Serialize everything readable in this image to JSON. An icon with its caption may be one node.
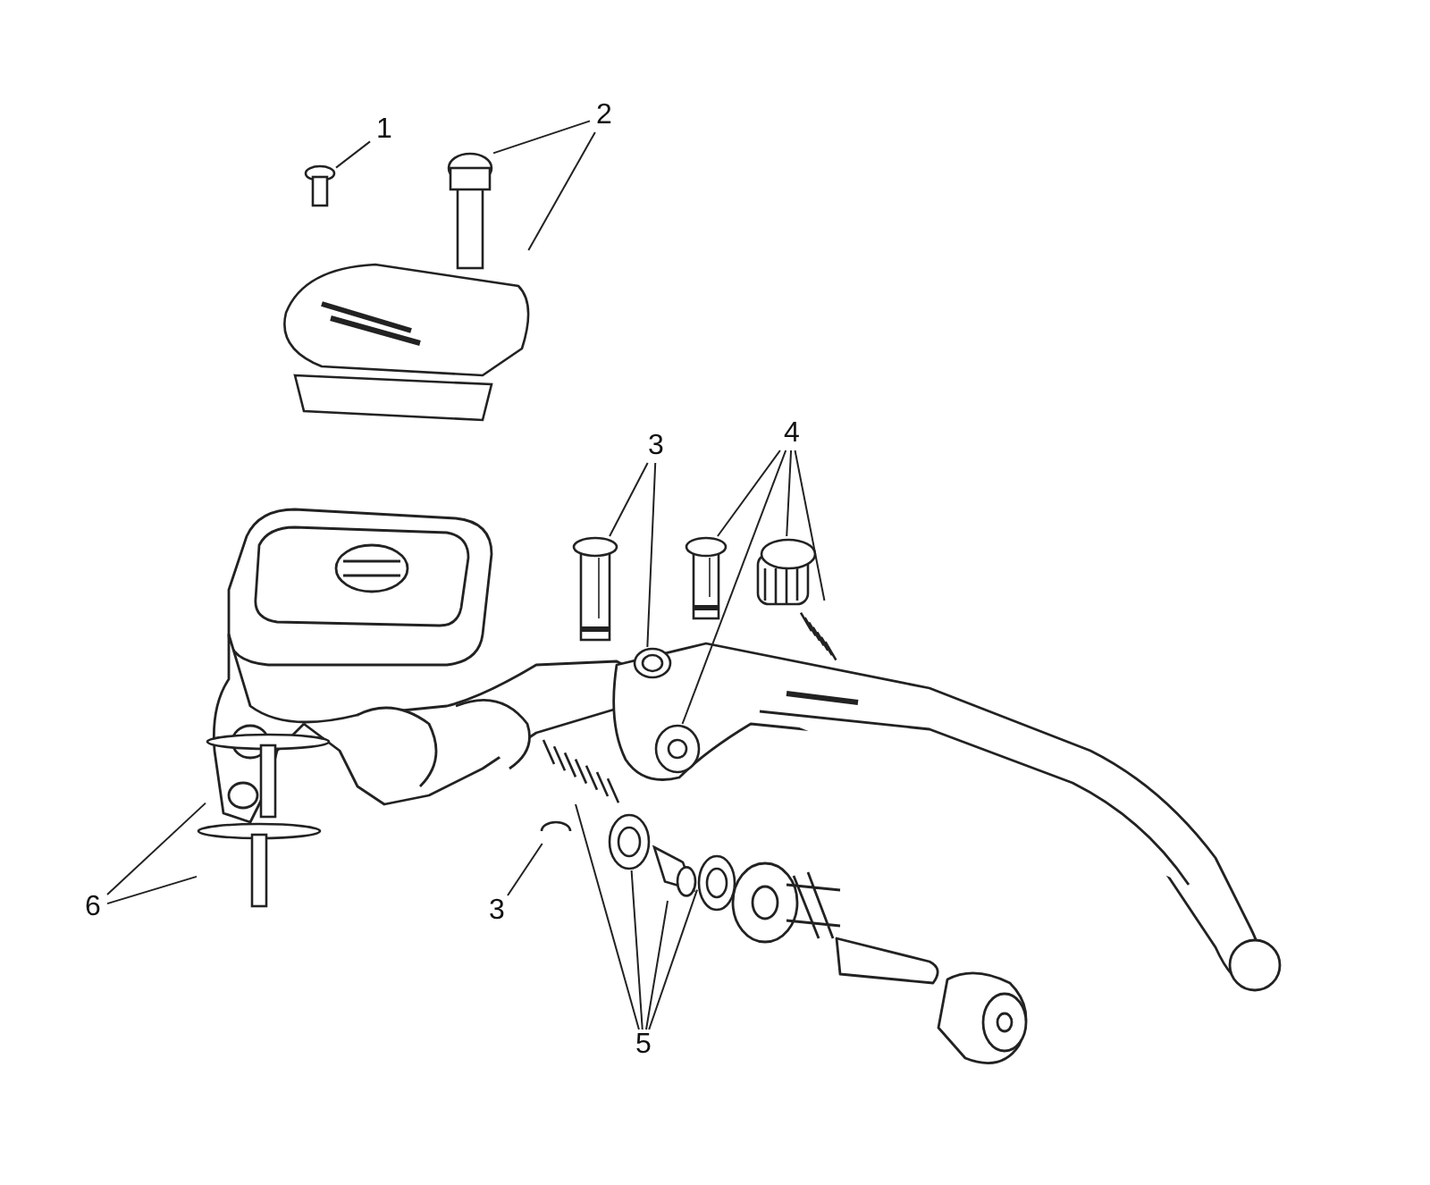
{
  "diagram": {
    "nodes": [
      {
        "text": [
          "1"
        ]
      },
      {
        "text": [
          "2"
        ]
      },
      {
        "text": [
          "3"
        ]
      },
      {
        "text": [
          "4"
        ]
      },
      {
        "text": [
          "3"
        ]
      },
      {
        "text": [
          "5"
        ]
      },
      {
        "text": [
          "6"
        ]
      },
      {
        "text": [],
        "shape": "picture"
      },
      {
        "text": [],
        "shape": "picture"
      },
      {
        "text": [],
        "shape": "picture"
      },
      {
        "text": [],
        "shape": "picture"
      },
      {
        "text": [],
        "shape": "picture"
      },
      {
        "text": [],
        "shape": "picture"
      },
      {
        "text": [],
        "shape": "picture"
      },
      {
        "text": [],
        "shape": "picture"
      },
      {
        "text": [],
        "shape": "picture"
      },
      {
        "text": [],
        "shape": "picture"
      },
      {
        "text": [],
        "shape": "picture"
      },
      {
        "text": [],
        "shape": "picture"
      },
      {
        "text": [],
        "shape": "picture"
      },
      {
        "text": [],
        "shape": "picture"
      },
      {
        "text": [],
        "shape": "picture"
      },
      {
        "text": [],
        "shape": "picture"
      }
    ],
    "edges": [
      {
        "from": 0,
        "to": 7,
        "arrow": "none"
      },
      {
        "from": 1,
        "to": 8,
        "arrow": "none"
      },
      {
        "from": 1,
        "to": 9,
        "arrow": "none"
      },
      {
        "from": 2,
        "to": 10,
        "arrow": "none"
      },
      {
        "from": 2,
        "to": 11,
        "arrow": "none"
      },
      {
        "from": 3,
        "to": 12,
        "arrow": "none"
      },
      {
        "from": 3,
        "to": 13,
        "arrow": "none"
      },
      {
        "from": 3,
        "to": 14,
        "arrow": "none"
      },
      {
        "from": 3,
        "to": 15,
        "arrow": "none"
      },
      {
        "from": 4,
        "to": 16,
        "arrow": "none"
      },
      {
        "from": 5,
        "to": 17,
        "arrow": "none"
      },
      {
        "from": 5,
        "to": 18,
        "arrow": "none"
      },
      {
        "from": 5,
        "to": 19,
        "arrow": "none"
      },
      {
        "from": 5,
        "to": 20,
        "arrow": "none"
      },
      {
        "from": 6,
        "to": 21,
        "arrow": "none"
      },
      {
        "from": 6,
        "to": 22,
        "arrow": "none"
      }
    ]
  }
}
